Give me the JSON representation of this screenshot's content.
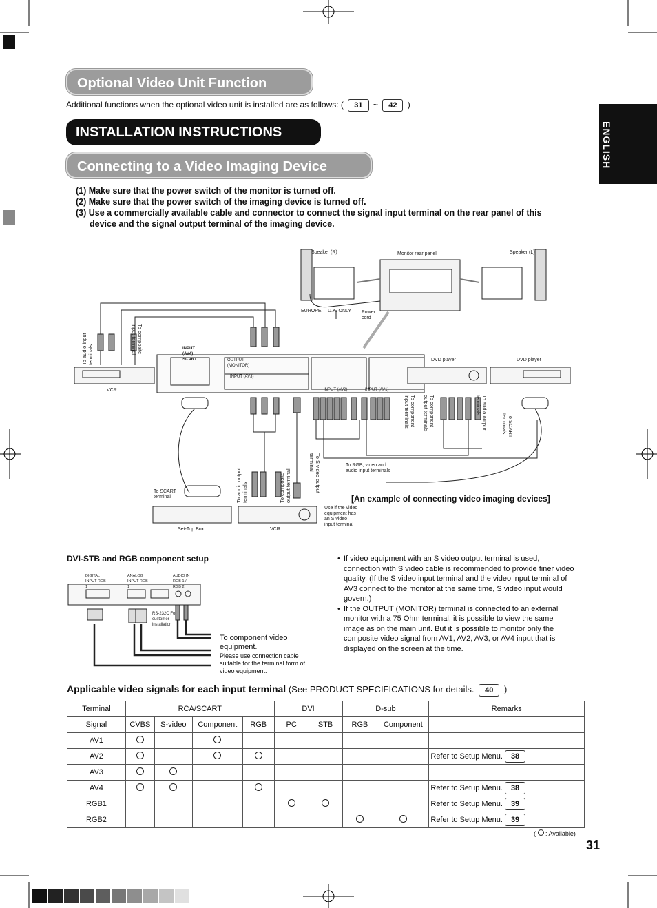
{
  "header": {
    "optional_title": "Optional Video Unit Function",
    "optional_desc": "Additional functions when the optional video unit is installed are as follows: (",
    "optional_ref_start": "31",
    "optional_tilde": "~",
    "optional_ref_end": "42",
    "optional_close": ")",
    "install_title": "INSTALLATION INSTRUCTIONS",
    "connect_title": "Connecting to a Video Imaging Device",
    "side_tab": "ENGLISH"
  },
  "steps": [
    "(1) Make sure that the power switch of the monitor is turned off.",
    "(2) Make sure that the power switch of the imaging device is turned off.",
    "(3) Use a commercially available cable and connector to connect the signal input terminal on the rear panel of this",
    "device and the signal output terminal of the imaging device."
  ],
  "diagram": {
    "speaker_r": "Speaker (R)",
    "speaker_l": "Speaker (L)",
    "monitor_rear": "Monitor rear panel",
    "europe": "EUROPE",
    "uk_only": "U.K. ONLY",
    "power_cord": "Power cord",
    "vcr_top": "VCR",
    "to_audio_input": "To audio input terminals",
    "to_composite_input": "To composite input terminal",
    "input_av4_scart": "INPUT (AV4) SCART",
    "output_monitor": "OUTPUT (MONITOR)",
    "input_av3": "INPUT (AV3)",
    "input_av2": "INPUT (AV2)",
    "input_av1": "INPUT (AV1)",
    "dvd_player_1": "DVD player",
    "dvd_player_2": "DVD player",
    "to_component_input": "To component input terminals",
    "to_component_output": "To component output terminals",
    "to_audio_output_right": "To audio output terminals",
    "to_scart_terminals": "To SCART terminals",
    "to_rgb": "To RGB, video and audio input terminals",
    "to_audio_output": "To audio output terminals",
    "to_composite_output": "To composite output terminal",
    "to_s_video_output": "To S video output terminal",
    "to_scart_terminal": "To SCART terminal",
    "set_top_box": "Set-Top Box",
    "vcr_bottom": "VCR",
    "use_if": "Use if the video equipment has an S video input terminal",
    "example_caption": "[An example of connecting video imaging devices]"
  },
  "dvi_setup": {
    "title": "DVI-STB and RGB component setup",
    "digital_input": "DIGITAL INPUT RGB 1",
    "analog_input": "ANALOG INPUT RGB 1",
    "audio_in": "AUDIO IN RGB 1 / RGB 2",
    "rs232c": "RS-232C For customer installation",
    "to_component": "To component video equipment.",
    "please_use": "Please use connection cable suitable for the terminal form of video equipment."
  },
  "notes": [
    "If video equipment with an S video output terminal is used, connection with S video cable is recommended to provide finer video quality. (If the S video input terminal and the video input terminal of AV3 connect to the monitor at the same time, S video input would govern.)",
    "If the OUTPUT (MONITOR) terminal is connected to an external monitor with a 75 Ohm terminal, it is possible to view the same image as on the main unit. But it is possible to monitor only the composite video signal from AV1, AV2, AV3, or AV4 input that is displayed on the screen at the time."
  ],
  "signals": {
    "title": "Applicable video signals for each input terminal",
    "subtitle": "(See PRODUCT SPECIFICATIONS for details.",
    "subtitle_ref": "40",
    "subtitle_close": ")",
    "header1": {
      "terminal": "Terminal",
      "rca": "RCA/SCART",
      "dvi": "DVI",
      "dsub": "D-sub",
      "remarks": "Remarks"
    },
    "header2": [
      "Signal",
      "CVBS",
      "S-video",
      "Component",
      "RGB",
      "PC",
      "STB",
      "RGB",
      "Component"
    ],
    "rows": [
      {
        "name": "AV1",
        "marks": [
          true,
          false,
          true,
          false,
          false,
          false,
          false,
          false
        ],
        "remark": "",
        "ref": ""
      },
      {
        "name": "AV2",
        "marks": [
          true,
          false,
          true,
          true,
          false,
          false,
          false,
          false
        ],
        "remark": "Refer to Setup Menu.",
        "ref": "38"
      },
      {
        "name": "AV3",
        "marks": [
          true,
          true,
          false,
          false,
          false,
          false,
          false,
          false
        ],
        "remark": "",
        "ref": ""
      },
      {
        "name": "AV4",
        "marks": [
          true,
          true,
          false,
          true,
          false,
          false,
          false,
          false
        ],
        "remark": "Refer to Setup Menu.",
        "ref": "38"
      },
      {
        "name": "RGB1",
        "marks": [
          false,
          false,
          false,
          false,
          true,
          true,
          false,
          false
        ],
        "remark": "Refer to Setup Menu.",
        "ref": "39"
      },
      {
        "name": "RGB2",
        "marks": [
          false,
          false,
          false,
          false,
          false,
          false,
          true,
          true
        ],
        "remark": "Refer to Setup Menu.",
        "ref": "39"
      }
    ],
    "available_note_open": "(",
    "available_note": ": Available)"
  },
  "page_number": "31",
  "colors": {
    "grey_pill": "#9c9c9c",
    "black_pill": "#111111",
    "tab": "#111111"
  }
}
